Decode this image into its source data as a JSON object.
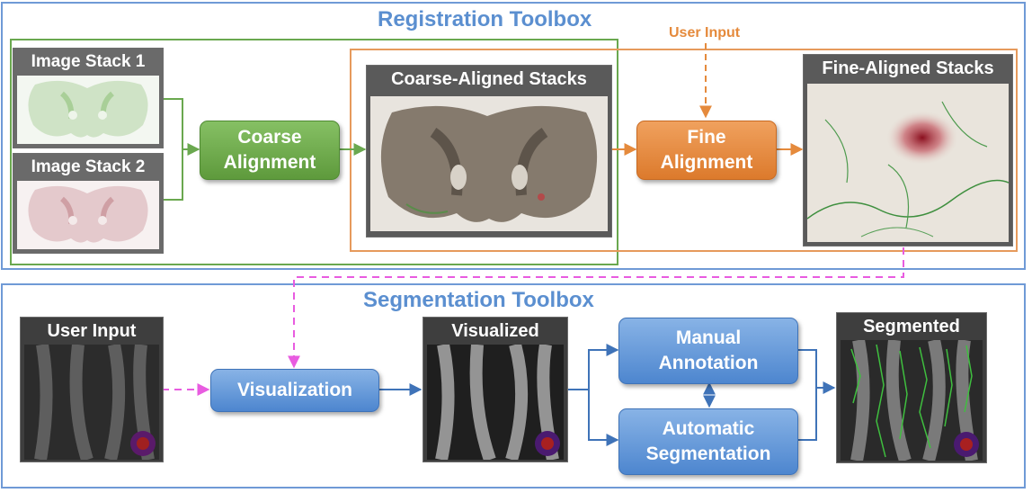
{
  "registration": {
    "title": "Registration Toolbox",
    "stack1_label": "Image Stack 1",
    "stack2_label": "Image Stack 2",
    "coarse_button": "Coarse\nAlignment",
    "coarse_panel_label": "Coarse-Aligned Stacks",
    "user_input_label": "User Input",
    "fine_button": "Fine\nAlignment",
    "fine_panel_label": "Fine-Aligned Stacks"
  },
  "segmentation": {
    "title": "Segmentation Toolbox",
    "input_panel_label": "User Input",
    "visualization_button": "Visualization",
    "visualized_panel_label": "Visualized",
    "manual_button": "Manual\nAnnotation",
    "automatic_button": "Automatic\nSegmentation",
    "segmented_panel_label": "Segmented"
  },
  "colors": {
    "frame_blue": "#5b8fd0",
    "green_group": "#6aa84f",
    "orange_group": "#e69a5c",
    "dashed_magenta": "#e85ce0",
    "arrow_blue": "#3f73b8"
  }
}
